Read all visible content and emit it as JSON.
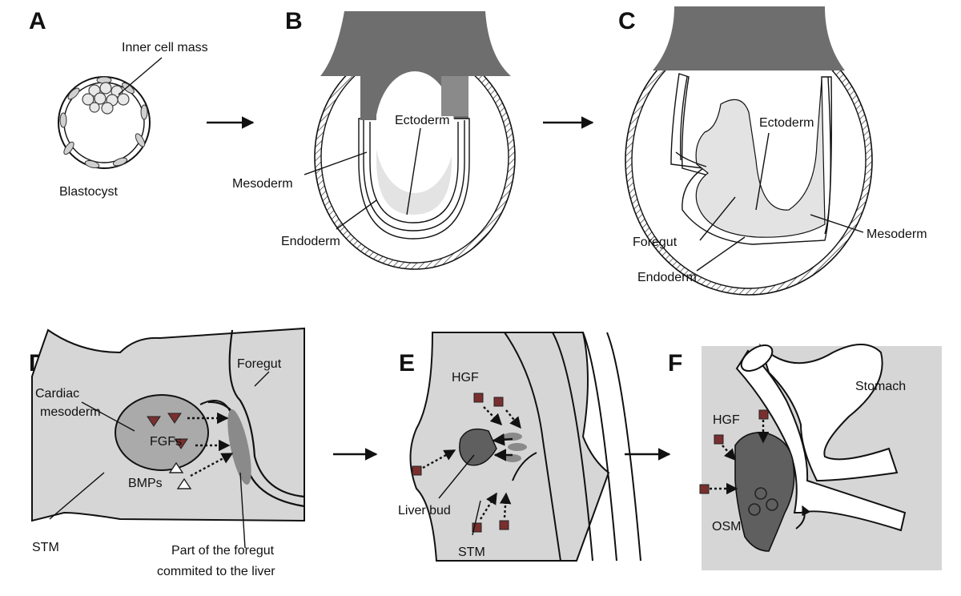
{
  "panels": {
    "a": {
      "letter": "A",
      "labels": {
        "inner_cell_mass": "Inner cell mass",
        "blastocyst": "Blastocyst"
      }
    },
    "b": {
      "letter": "B",
      "labels": {
        "ectoderm": "Ectoderm",
        "mesoderm": "Mesoderm",
        "endoderm": "Endoderm"
      }
    },
    "c": {
      "letter": "C",
      "labels": {
        "ectoderm": "Ectoderm",
        "foregut": "Foregut",
        "mesoderm": "Mesoderm",
        "endoderm": "Endoderm"
      }
    },
    "d": {
      "letter": "D",
      "labels": {
        "foregut": "Foregut",
        "cardiac_line1": "Cardiac",
        "cardiac_line2": "mesoderm",
        "fgfs": "FGFs",
        "bmps": "BMPs",
        "stm": "STM",
        "part_line1": "Part of the foregut",
        "part_line2": "commited to the liver"
      }
    },
    "e": {
      "letter": "E",
      "labels": {
        "hgf": "HGF",
        "liver_bud": "Liver bud",
        "stm": "STM"
      }
    },
    "f": {
      "letter": "F",
      "labels": {
        "stomach": "Stomach",
        "hgf": "HGF",
        "osm": "OSM"
      }
    }
  },
  "colors": {
    "tissue_fill": "#d6d6d6",
    "embryo_dark": "#6e6e6e",
    "bud_dark": "#5f5f5f",
    "factor_square": "#7a2f2f",
    "light_cell": "#e3e3e3",
    "outline": "#111111"
  }
}
